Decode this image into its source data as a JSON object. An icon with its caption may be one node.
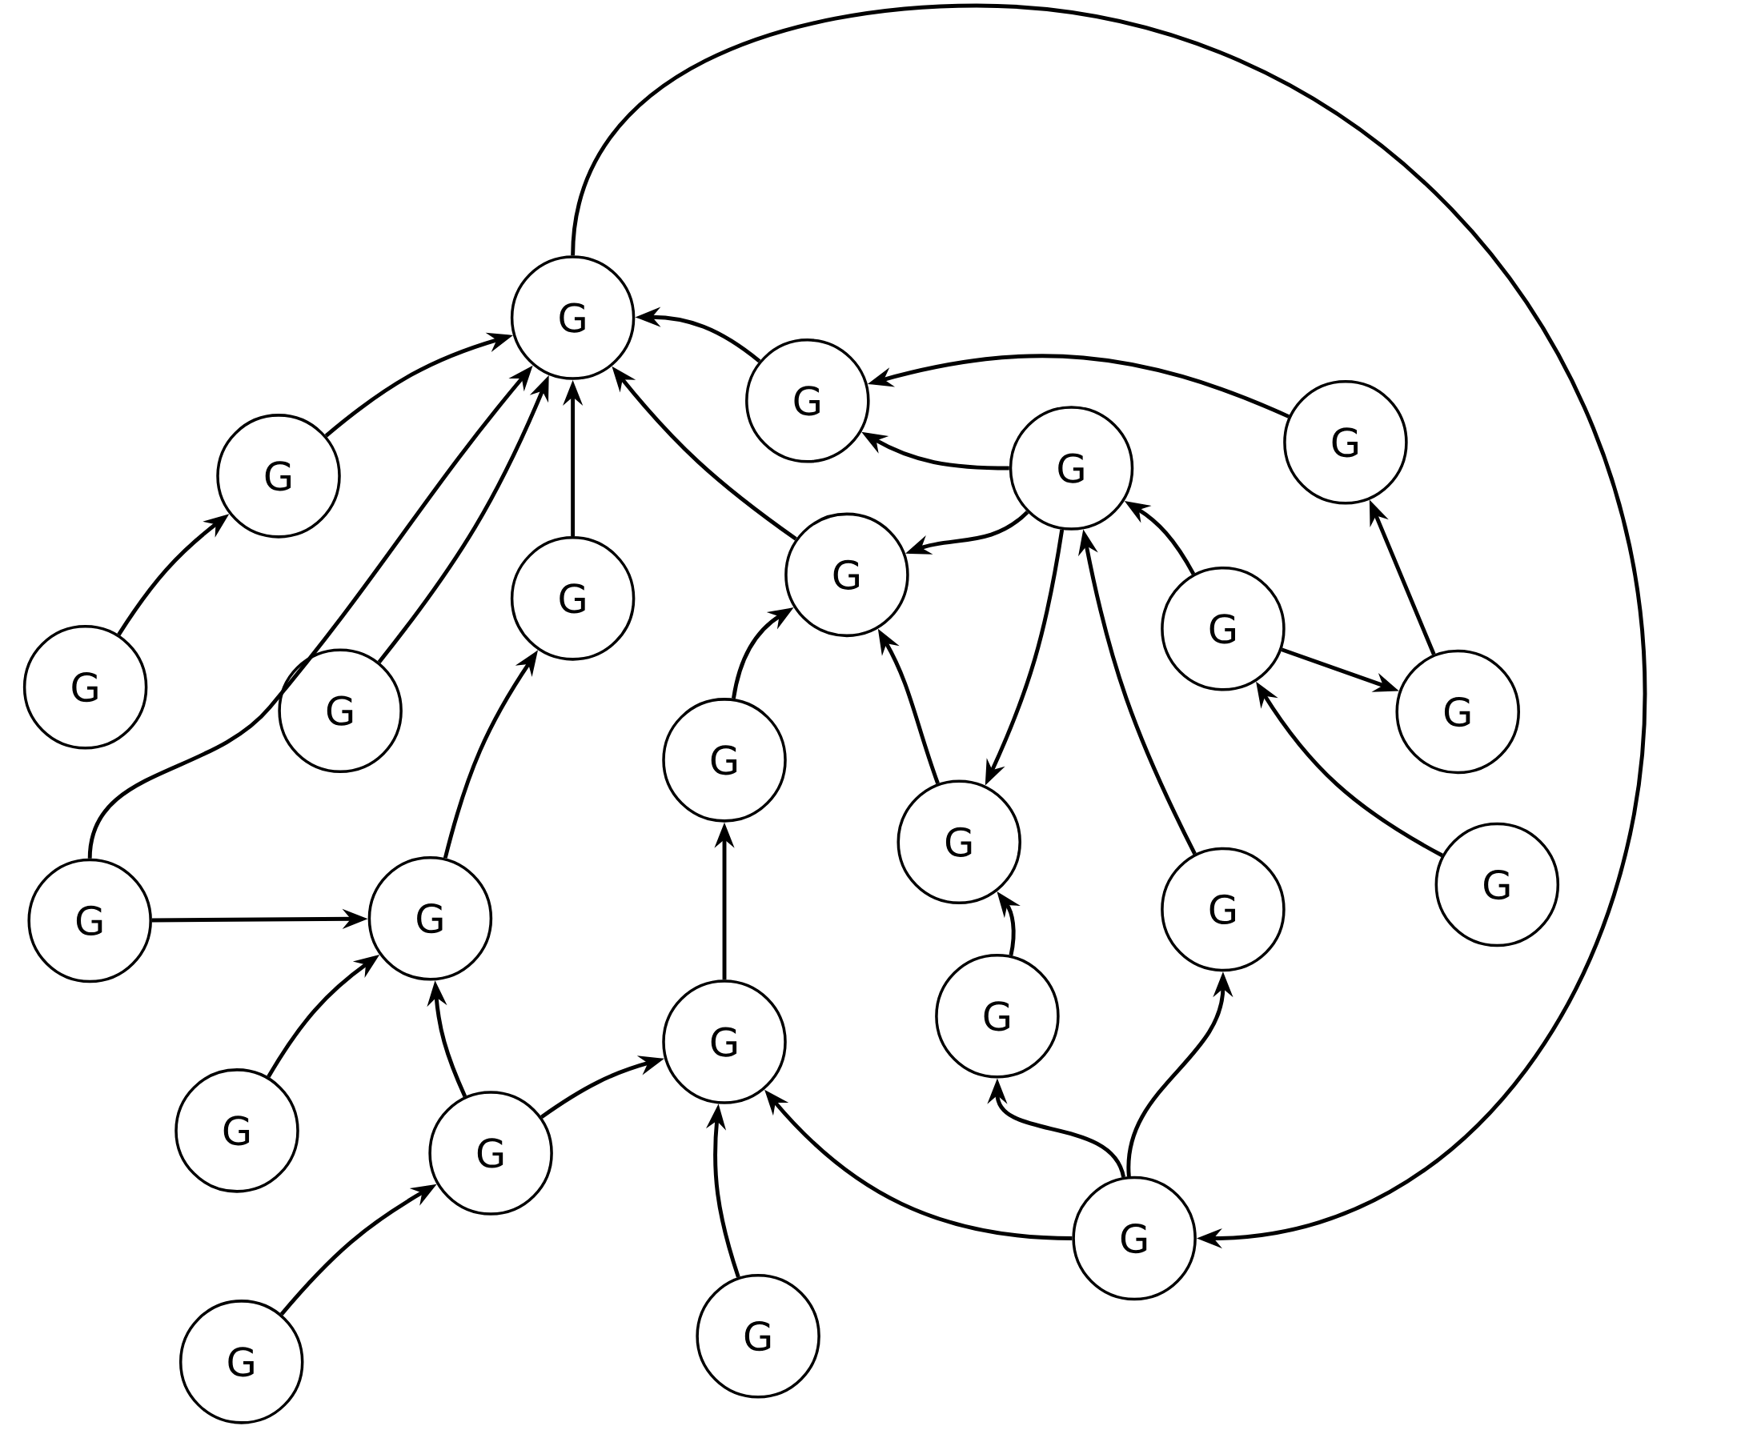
{
  "diagram": {
    "nodes": [
      {
        "text": [
          "G"
        ]
      },
      {
        "text": [
          "G"
        ]
      },
      {
        "text": [
          "G"
        ]
      },
      {
        "text": [
          "G"
        ]
      },
      {
        "text": [
          "G"
        ]
      },
      {
        "text": [
          "G"
        ]
      },
      {
        "text": [
          "G"
        ]
      },
      {
        "text": [
          "G"
        ]
      },
      {
        "text": [
          "G"
        ]
      },
      {
        "text": [
          "G"
        ]
      },
      {
        "text": [
          "G"
        ]
      },
      {
        "text": [
          "G"
        ]
      },
      {
        "text": [
          "G"
        ]
      },
      {
        "text": [
          "G"
        ]
      },
      {
        "text": [
          "G"
        ]
      },
      {
        "text": [
          "G"
        ]
      },
      {
        "text": [
          "G"
        ]
      },
      {
        "text": [
          "G"
        ]
      },
      {
        "text": [
          "G"
        ]
      },
      {
        "text": [
          "G"
        ]
      },
      {
        "text": [
          "G"
        ]
      },
      {
        "text": [
          "G"
        ]
      },
      {
        "text": [
          "G"
        ]
      },
      {
        "text": [
          "G"
        ]
      }
    ],
    "edges": [
      {
        "from": 1,
        "to": 0,
        "arrow": "to"
      },
      {
        "from": 5,
        "to": 1,
        "arrow": "to"
      },
      {
        "from": 13,
        "to": 0,
        "arrow": "to"
      },
      {
        "from": 6,
        "to": 0,
        "arrow": "to"
      },
      {
        "from": 7,
        "to": 0,
        "arrow": "to"
      },
      {
        "from": 8,
        "to": 0,
        "arrow": "to"
      },
      {
        "from": 2,
        "to": 0,
        "arrow": "to"
      },
      {
        "from": 3,
        "to": 2,
        "arrow": "to"
      },
      {
        "from": 4,
        "to": 2,
        "arrow": "to"
      },
      {
        "from": 3,
        "to": 8,
        "arrow": "to"
      },
      {
        "from": 3,
        "to": 12,
        "arrow": "to"
      },
      {
        "from": 9,
        "to": 3,
        "arrow": "to"
      },
      {
        "from": 15,
        "to": 3,
        "arrow": "to"
      },
      {
        "from": 9,
        "to": 10,
        "arrow": "to"
      },
      {
        "from": 10,
        "to": 4,
        "arrow": "to"
      },
      {
        "from": 16,
        "to": 9,
        "arrow": "to"
      },
      {
        "from": 11,
        "to": 8,
        "arrow": "to"
      },
      {
        "from": 12,
        "to": 8,
        "arrow": "to"
      },
      {
        "from": 17,
        "to": 12,
        "arrow": "to"
      },
      {
        "from": 18,
        "to": 11,
        "arrow": "to"
      },
      {
        "from": 13,
        "to": 14,
        "arrow": "to"
      },
      {
        "from": 14,
        "to": 7,
        "arrow": "to"
      },
      {
        "from": 19,
        "to": 14,
        "arrow": "to"
      },
      {
        "from": 20,
        "to": 14,
        "arrow": "to"
      },
      {
        "from": 20,
        "to": 18,
        "arrow": "to"
      },
      {
        "from": 22,
        "to": 20,
        "arrow": "to"
      },
      {
        "from": 23,
        "to": 18,
        "arrow": "to"
      },
      {
        "from": 21,
        "to": 18,
        "arrow": "to"
      },
      {
        "from": 21,
        "to": 17,
        "arrow": "to"
      },
      {
        "from": 21,
        "to": 15,
        "arrow": "to"
      },
      {
        "from": 0,
        "to": 21,
        "arrow": "to"
      }
    ]
  }
}
